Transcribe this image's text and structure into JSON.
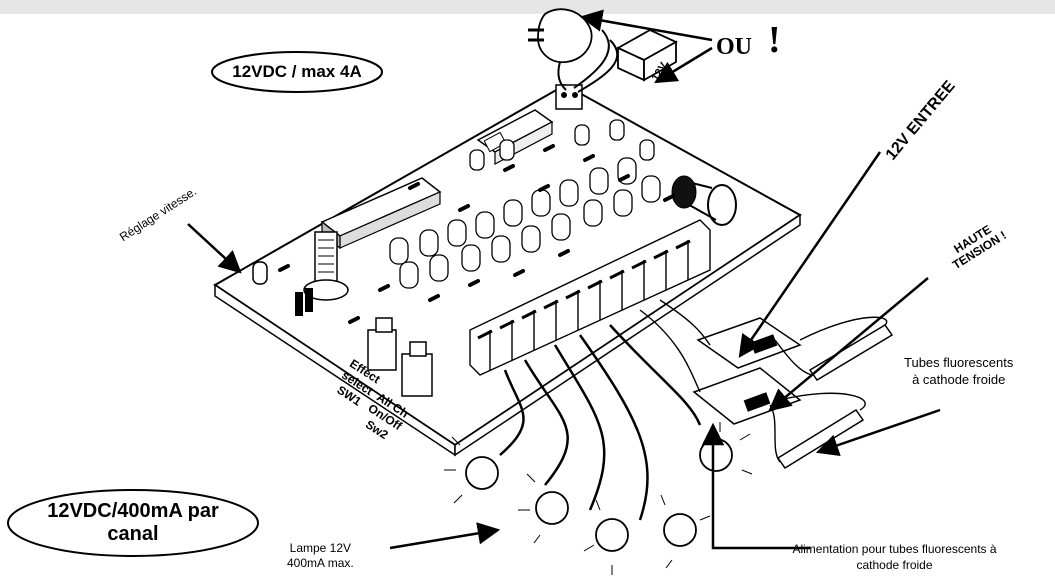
{
  "labels": {
    "supply_main": "12VDC / max 4A",
    "supply_channel_line1": "12VDC/400mA par",
    "supply_channel_line2": "canal",
    "or_text": "OU",
    "exclamation": "!",
    "adapter_12v": "12V",
    "speed_adjust": "Réglage vitesse.",
    "input_12v": "12V ENTREE",
    "high_voltage_line1": "HAUTE",
    "high_voltage_line2": "TENSION !",
    "tubes_line1": "Tubes fluorescents",
    "tubes_line2": "à cathode froide",
    "effect_line1": "Effect",
    "effect_line2": "select",
    "effect_line3": "SW1",
    "allch_line1": "All Ch",
    "allch_line2": "On/Off",
    "allch_line3": "Sw2",
    "lamp_line1": "Lampe 12V",
    "lamp_line2": "400mA max.",
    "psu_line1": "Alimentation pour tubes fluorescents à",
    "psu_line2": "cathode froide"
  },
  "colors": {
    "ink": "#000000",
    "paper": "#ffffff",
    "topbar": "#e6e6e6"
  }
}
